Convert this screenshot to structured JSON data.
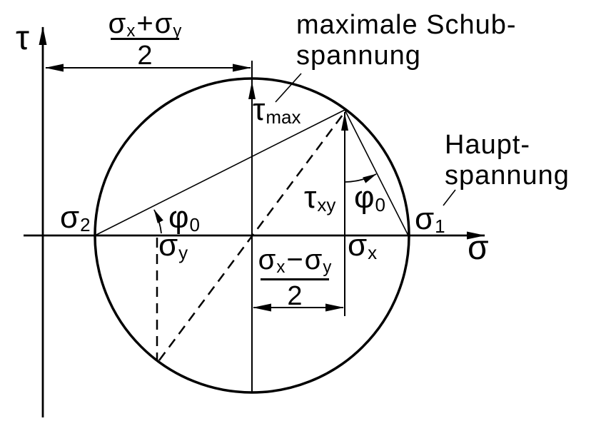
{
  "diagram": {
    "axes": {
      "y": "τ",
      "x": "σ"
    },
    "labels": {
      "sigma_2": {
        "base": "σ",
        "sub": "2"
      },
      "sigma_1": {
        "base": "σ",
        "sub": "1"
      },
      "sigma_y": {
        "base": "σ",
        "sub": "y"
      },
      "sigma_x": {
        "base": "σ",
        "sub": "x"
      },
      "tau_max": {
        "base": "τ",
        "sub": "max"
      },
      "tau_xy": {
        "base": "τ",
        "sub": "xy"
      },
      "phi_0_vertex": {
        "base": "φ",
        "sub": "0"
      },
      "phi_0_point": {
        "base": "φ",
        "sub": "0"
      }
    },
    "fractions": {
      "half_sum": {
        "p1": "σ",
        "s1": "x",
        "op": "+",
        "p2": "σ",
        "s2": "y",
        "den": "2"
      },
      "half_diff": {
        "p1": "σ",
        "s1": "x",
        "op": "−",
        "p2": "σ",
        "s2": "y",
        "den": "2"
      }
    },
    "annotations": {
      "max_shear_1": "maximale Schub-",
      "max_shear_2": "spannung",
      "principal_1": "Haupt-",
      "principal_2": "spannung"
    },
    "colors": {
      "ink": "#000000",
      "paper": "#ffffff"
    }
  }
}
